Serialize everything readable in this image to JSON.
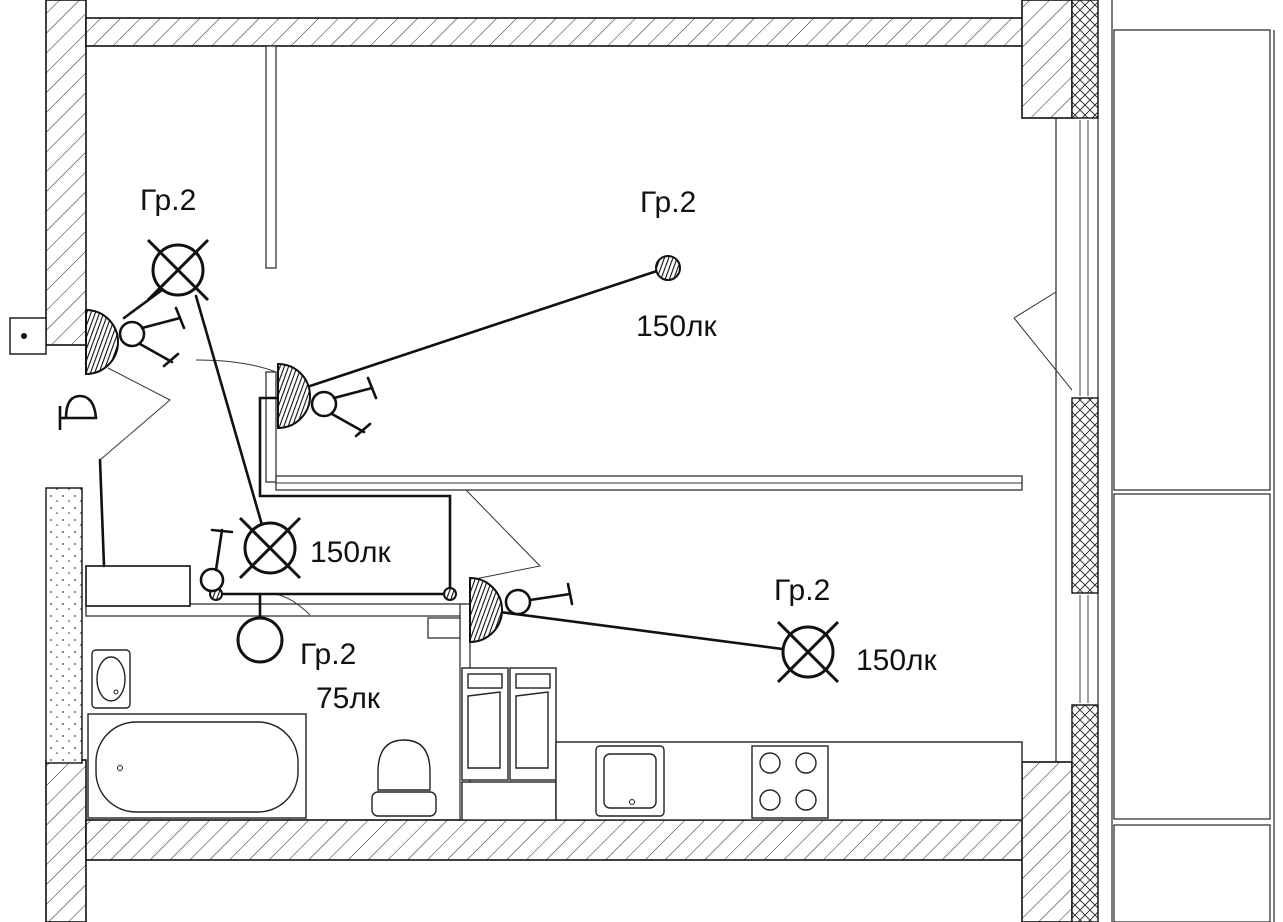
{
  "labels": {
    "group_a": "Гр.2",
    "group_b": "Гр.2",
    "group_c": "Гр.2",
    "group_d": "Гр.2",
    "lux_a": "150лк",
    "lux_b": "150лк",
    "lux_c": "150лк",
    "lux_d": "75лк"
  },
  "colors": {
    "line": "#111111",
    "background": "#ffffff"
  },
  "icons": {
    "ceiling_luminaire": "crossed-circle-icon",
    "wall_luminaire": "filled-dot-icon",
    "socket": "half-circle-hatched-icon",
    "switch": "circle-with-lever-icon",
    "bathroom_luminaire": "circle-pendant-icon"
  }
}
